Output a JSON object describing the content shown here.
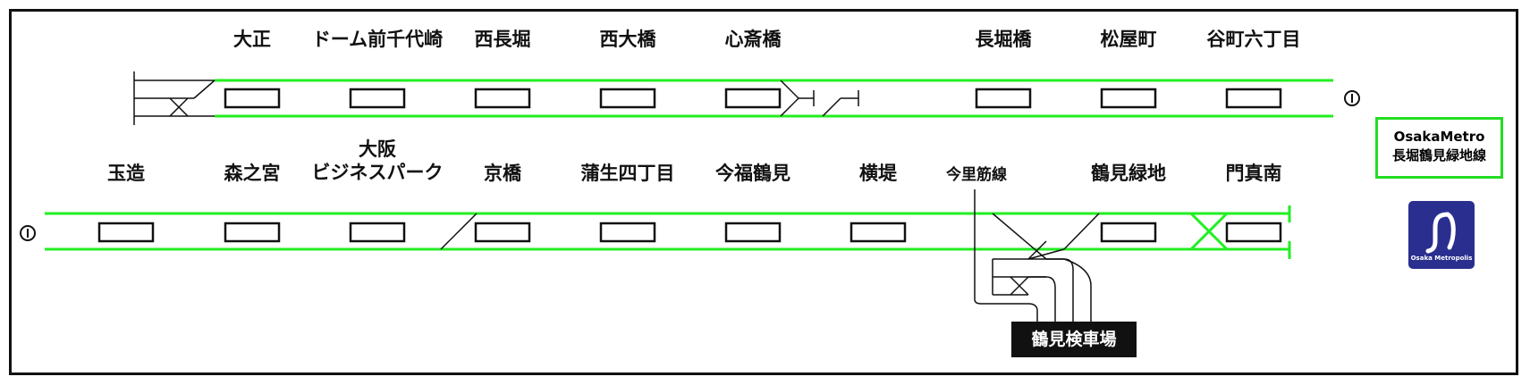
{
  "diagram": {
    "line_color": "#22ee22",
    "track_color": "#111111",
    "legend": {
      "operator": "OsakaMetro",
      "line": "長堀鶴見緑地線",
      "border_color": "#22dd22"
    },
    "logo": {
      "caption": "Osaka Metropolis",
      "color": "#2a2f8f",
      "icon": "osaka-metro-logo-icon"
    },
    "depot": {
      "name": "鶴見検車場"
    },
    "junction": {
      "name": "今里筋線"
    },
    "row1_stations": [
      "大正",
      "ドーム前千代崎",
      "西長堀",
      "西大橋",
      "心斎橋",
      "長堀橋",
      "松屋町",
      "谷町六丁目"
    ],
    "row2_stations": [
      "玉造",
      "森之宮",
      "大阪\nビジネスパーク",
      "京橋",
      "蒲生四丁目",
      "今福鶴見",
      "横堤",
      "鶴見緑地",
      "門真南"
    ]
  }
}
